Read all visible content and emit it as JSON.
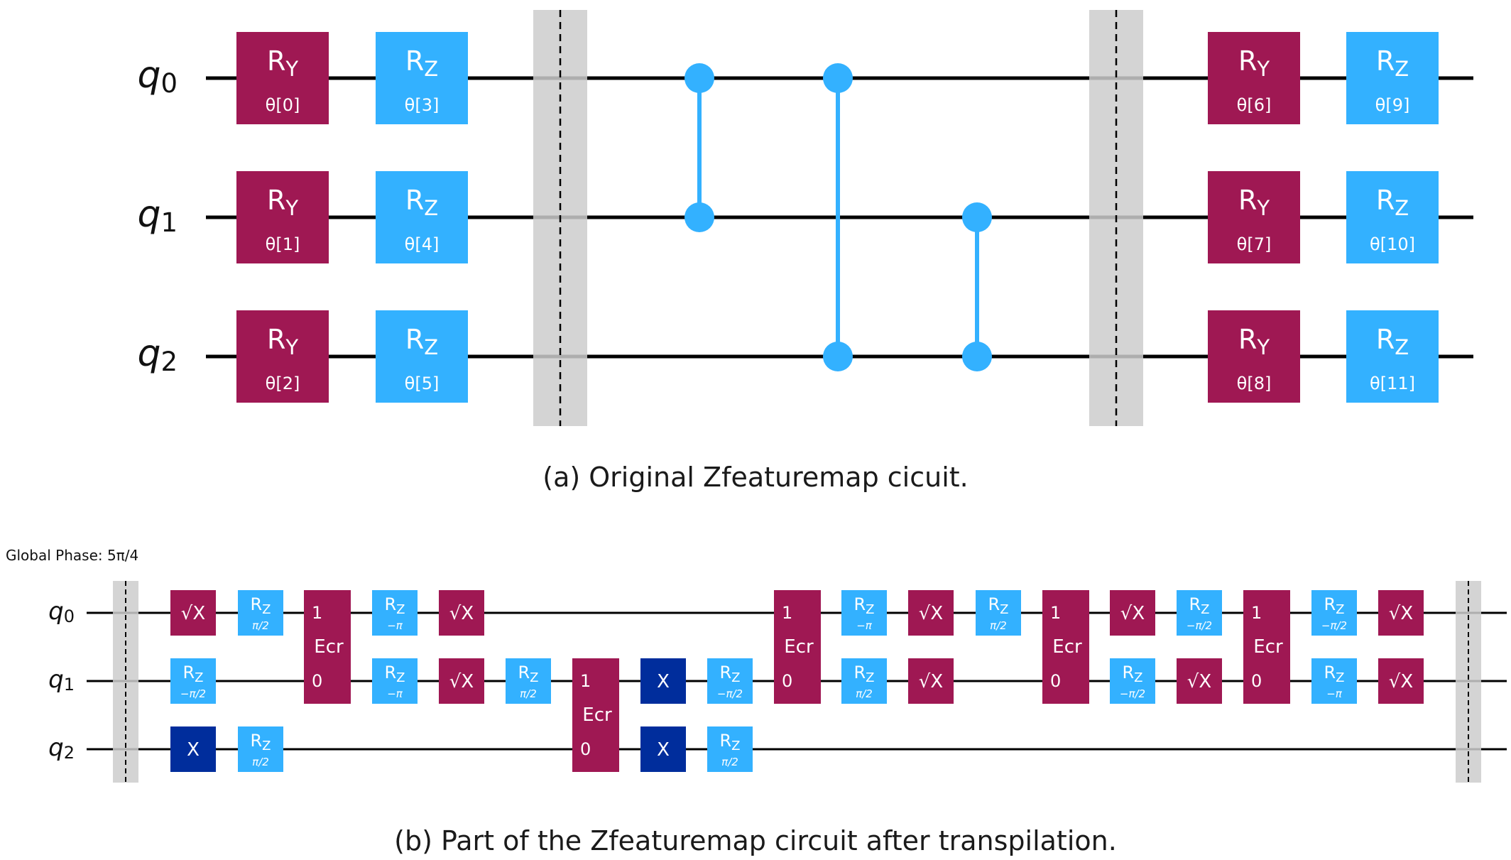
{
  "circuit_a": {
    "qubits": [
      "q0",
      "q1",
      "q2"
    ],
    "gates": [
      {
        "type": "RY",
        "qubit": 0,
        "param": "θ[0]",
        "col": 0
      },
      {
        "type": "RY",
        "qubit": 1,
        "param": "θ[1]",
        "col": 0
      },
      {
        "type": "RY",
        "qubit": 2,
        "param": "θ[2]",
        "col": 0
      },
      {
        "type": "RZ",
        "qubit": 0,
        "param": "θ[3]",
        "col": 1
      },
      {
        "type": "RZ",
        "qubit": 1,
        "param": "θ[4]",
        "col": 1
      },
      {
        "type": "RZ",
        "qubit": 2,
        "param": "θ[5]",
        "col": 1
      },
      {
        "type": "BARRIER",
        "col": 2
      },
      {
        "type": "CZ",
        "qubits": [
          0,
          1
        ],
        "col": 3
      },
      {
        "type": "CZ",
        "qubits": [
          0,
          2
        ],
        "col": 4
      },
      {
        "type": "CZ",
        "qubits": [
          1,
          2
        ],
        "col": 5
      },
      {
        "type": "BARRIER",
        "col": 6
      },
      {
        "type": "RY",
        "qubit": 0,
        "param": "θ[6]",
        "col": 7
      },
      {
        "type": "RY",
        "qubit": 1,
        "param": "θ[7]",
        "col": 7
      },
      {
        "type": "RY",
        "qubit": 2,
        "param": "θ[8]",
        "col": 7
      },
      {
        "type": "RZ",
        "qubit": 0,
        "param": "θ[9]",
        "col": 8
      },
      {
        "type": "RZ",
        "qubit": 1,
        "param": "θ[10]",
        "col": 8
      },
      {
        "type": "RZ",
        "qubit": 2,
        "param": "θ[11]",
        "col": 8
      }
    ],
    "caption": "(a)  Original Zfeaturemap cicuit."
  },
  "circuit_b": {
    "global_phase": "Global Phase: 5π/4",
    "qubits": [
      "q0",
      "q1",
      "q2"
    ],
    "gates": [
      {
        "type": "BARRIER",
        "col": 0
      },
      {
        "type": "SX",
        "qubit": 0,
        "col": 1
      },
      {
        "type": "RZ",
        "qubit": 1,
        "param": "−π/2",
        "col": 1
      },
      {
        "type": "X",
        "qubit": 2,
        "col": 1
      },
      {
        "type": "RZ",
        "qubit": 0,
        "param": "π/2",
        "col": 2
      },
      {
        "type": "RZ",
        "qubit": 2,
        "param": "π/2",
        "col": 2
      },
      {
        "type": "ECR",
        "qubits": [
          0,
          1
        ],
        "col": 3
      },
      {
        "type": "RZ",
        "qubit": 0,
        "param": "−π",
        "col": 4
      },
      {
        "type": "RZ",
        "qubit": 1,
        "param": "−π",
        "col": 4
      },
      {
        "type": "SX",
        "qubit": 0,
        "col": 5
      },
      {
        "type": "SX",
        "qubit": 1,
        "col": 5
      },
      {
        "type": "RZ",
        "qubit": 1,
        "param": "π/2",
        "col": 6
      },
      {
        "type": "ECR",
        "qubits": [
          1,
          2
        ],
        "col": 7
      },
      {
        "type": "X",
        "qubit": 1,
        "col": 8
      },
      {
        "type": "X",
        "qubit": 2,
        "col": 8
      },
      {
        "type": "RZ",
        "qubit": 1,
        "param": "−π/2",
        "col": 9
      },
      {
        "type": "RZ",
        "qubit": 2,
        "param": "π/2",
        "col": 9
      },
      {
        "type": "ECR",
        "qubits": [
          0,
          1
        ],
        "col": 10
      },
      {
        "type": "RZ",
        "qubit": 0,
        "param": "−π",
        "col": 11
      },
      {
        "type": "RZ",
        "qubit": 1,
        "param": "π/2",
        "col": 11
      },
      {
        "type": "SX",
        "qubit": 0,
        "col": 12
      },
      {
        "type": "SX",
        "qubit": 1,
        "col": 12
      },
      {
        "type": "RZ",
        "qubit": 0,
        "param": "π/2",
        "col": 13
      },
      {
        "type": "ECR",
        "qubits": [
          0,
          1
        ],
        "col": 14
      },
      {
        "type": "SX",
        "qubit": 0,
        "col": 15
      },
      {
        "type": "RZ",
        "qubit": 1,
        "param": "−π/2",
        "col": 15
      },
      {
        "type": "RZ",
        "qubit": 0,
        "param": "−π/2",
        "col": 16
      },
      {
        "type": "SX",
        "qubit": 1,
        "col": 16
      },
      {
        "type": "ECR",
        "qubits": [
          0,
          1
        ],
        "col": 17
      },
      {
        "type": "RZ",
        "qubit": 0,
        "param": "−π/2",
        "col": 18
      },
      {
        "type": "RZ",
        "qubit": 1,
        "param": "−π",
        "col": 18
      },
      {
        "type": "SX",
        "qubit": 0,
        "col": 19
      },
      {
        "type": "SX",
        "qubit": 1,
        "col": 19
      },
      {
        "type": "BARRIER",
        "col": 20
      }
    ],
    "caption": "(b)  Part of the Zfeaturemap circuit after transpilation."
  },
  "colors": {
    "ry_gate": "#9f1853",
    "rz_gate": "#33b1ff",
    "x_gate": "#002d9c",
    "barrier": "#cccccc",
    "wire": "#000000",
    "gate_text": "#ffffff"
  }
}
